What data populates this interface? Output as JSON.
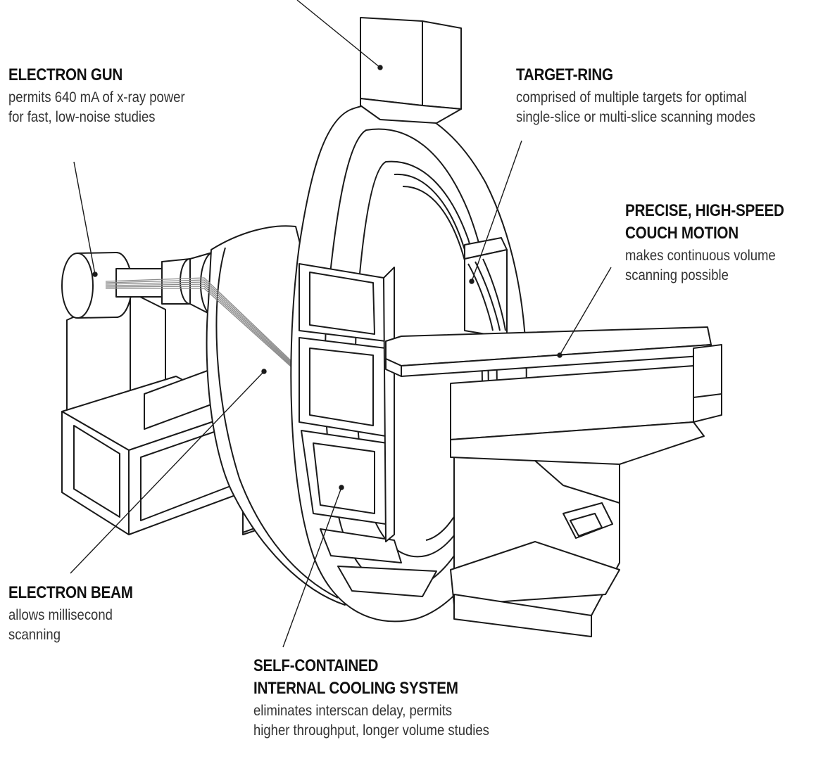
{
  "callouts": {
    "electron_gun": {
      "title": "ELECTRON GUN",
      "lines": [
        "permits 640 mA of x-ray power",
        "for fast, low-noise studies"
      ]
    },
    "target_ring": {
      "title": "TARGET-RING",
      "lines": [
        "comprised of multiple targets for optimal",
        "single-slice or multi-slice scanning modes"
      ]
    },
    "couch_motion": {
      "title_lines": [
        "PRECISE, HIGH-SPEED",
        "COUCH MOTION"
      ],
      "lines": [
        "makes continuous volume",
        "scanning possible"
      ]
    },
    "electron_beam": {
      "title": "ELECTRON BEAM",
      "lines": [
        "allows millisecond",
        "scanning"
      ]
    },
    "cooling_system": {
      "title_lines": [
        "SELF-CONTAINED",
        "INTERNAL COOLING SYSTEM"
      ],
      "lines": [
        "eliminates interscan delay, permits",
        "higher throughput, longer volume studies"
      ]
    }
  },
  "colors": {
    "stroke": "#1a1a1a",
    "fill": "#ffffff",
    "beam": "#8a8a8a"
  }
}
